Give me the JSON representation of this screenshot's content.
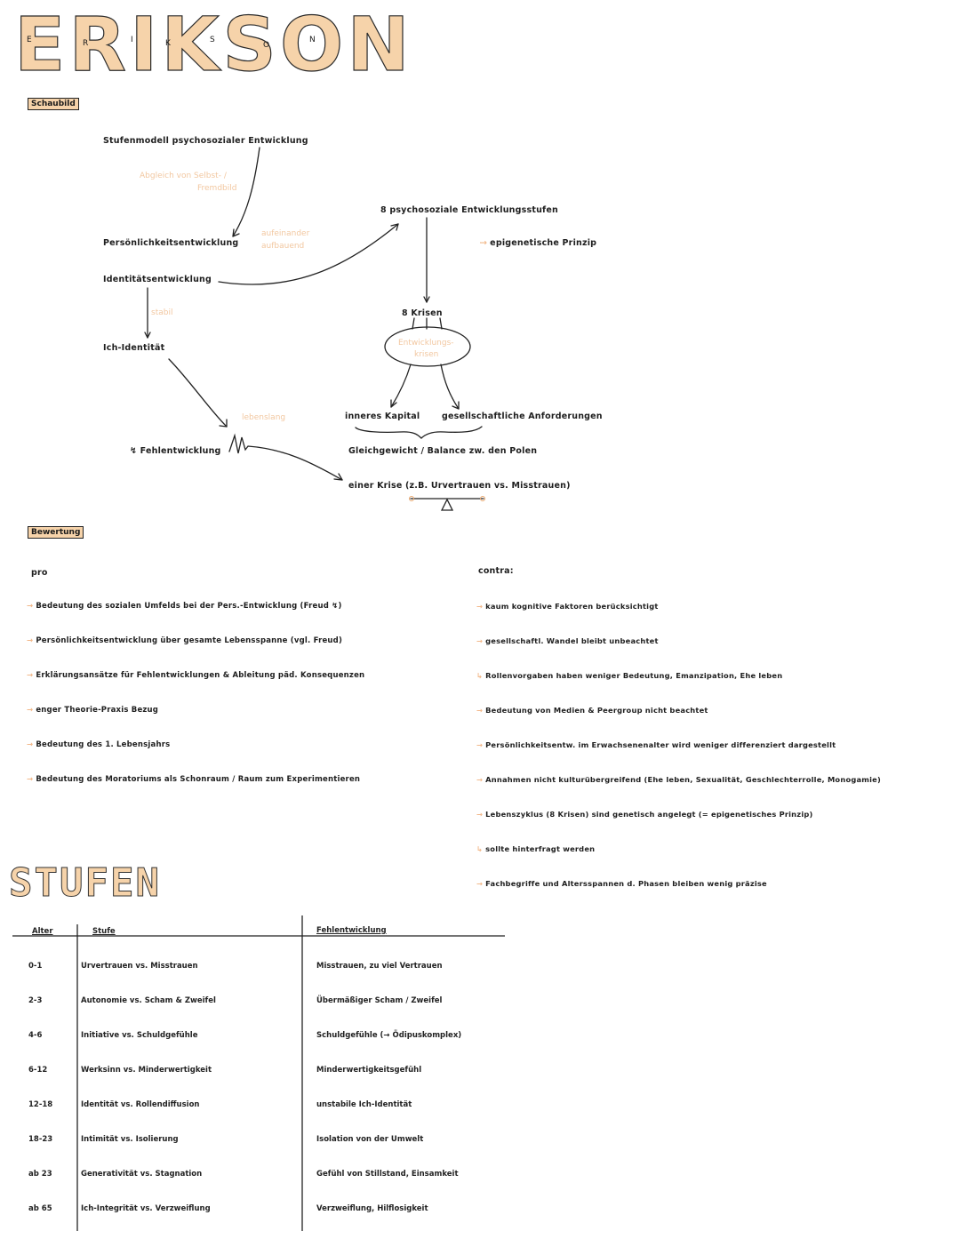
{
  "header": {
    "title": "ERIKSON",
    "title_small_letters": [
      "E",
      "R",
      "I",
      "K",
      "S",
      "O",
      "N"
    ]
  },
  "schaubild": {
    "tag": "Schaubild",
    "nodes": {
      "stufenmodell": "Stufenmodell psychosozialer Entwicklung",
      "abgleich": "Abgleich von Selbst- /",
      "abgleich2": "Fremdbild",
      "persoenlichkeit": "Persönlichkeitsentwicklung",
      "aufeinander": "aufeinander",
      "aufbauend": "aufbauend",
      "identitaet": "Identitätsentwicklung",
      "stabil": "stabil",
      "ich_identitaet": "Ich-Identität",
      "lebenslang": "lebenslang",
      "fehlentwicklung": "↯ Fehlentwicklung",
      "psychosoziale": "8 psychosoziale Entwicklungsstufen",
      "epigenetisch": "epigenetische Prinzip",
      "krisen": "8 Krisen",
      "entwicklungs": "Entwicklungs-",
      "krisen2": "krisen",
      "inneres": "inneres Kapital",
      "gesellschaftliche": "gesellschaftliche Anforderungen",
      "gleichgewicht": "Gleichgewicht / Balance zw. den Polen",
      "einer_krise": "einer Krise (z.B. Urvertrauen vs. Misstrauen)"
    }
  },
  "bewertung": {
    "tag": "Bewertung",
    "pro_label": "pro",
    "contra_label": "contra:",
    "pro": [
      "Bedeutung des sozialen Umfelds bei der Pers.-Entwicklung (Freud ↯)",
      "Persönlichkeitsentwicklung über gesamte Lebensspanne (vgl. Freud)",
      "Erklärungsansätze für Fehlentwicklungen & Ableitung päd. Konsequenzen",
      "enger Theorie-Praxis Bezug",
      "Bedeutung des 1. Lebensjahrs",
      "Bedeutung des Moratoriums als Schonraum / Raum zum Experimentieren"
    ],
    "contra": [
      "kaum kognitive Faktoren berücksichtigt",
      "gesellschaftl. Wandel bleibt unbeachtet",
      "Rollenvorgaben haben weniger Bedeutung, Emanzipation, Ehe leben",
      "Bedeutung von Medien & Peergroup nicht beachtet",
      "Persönlichkeitsentw. im Erwachsenenalter wird weniger differenziert dargestellt",
      "Annahmen nicht kulturübergreifend (Ehe leben, Sexualität, Geschlechterrolle, Monogamie)",
      "Lebenszyklus (8 Krisen) sind genetisch angelegt (= epigenetisches Prinzip)",
      "sollte hinterfragt werden",
      "Fachbegriffe und Altersspannen d. Phasen bleiben wenig präzise"
    ]
  },
  "stufen": {
    "title": "STUFEN",
    "headers": {
      "alter": "Alter",
      "stufe": "Stufe",
      "fehl": "Fehlentwicklung"
    },
    "rows": [
      {
        "alter": "0-1",
        "stufe": "Urvertrauen vs. Misstrauen",
        "fehl": "Misstrauen, zu viel Vertrauen"
      },
      {
        "alter": "2-3",
        "stufe": "Autonomie vs. Scham & Zweifel",
        "fehl": "Übermäßiger Scham / Zweifel"
      },
      {
        "alter": "4-6",
        "stufe": "Initiative vs. Schuldgefühle",
        "fehl": "Schuldgefühle (→ Ödipuskomplex)"
      },
      {
        "alter": "6-12",
        "stufe": "Werksinn vs. Minderwertigkeit",
        "fehl": "Minderwertigkeitsgefühl"
      },
      {
        "alter": "12-18",
        "stufe": "Identität vs. Rollendiffusion",
        "fehl": "unstabile Ich-Identität"
      },
      {
        "alter": "18-23",
        "stufe": "Intimität vs. Isolierung",
        "fehl": "Isolation von der Umwelt"
      },
      {
        "alter": "ab 23",
        "stufe": "Generativität vs. Stagnation",
        "fehl": "Gefühl von Stillstand, Einsamkeit"
      },
      {
        "alter": "ab 65",
        "stufe": "Ich-Integrität vs. Verzweiflung",
        "fehl": "Verzweiflung, Hilflosigkeit"
      }
    ]
  },
  "colors": {
    "accent": "#f6d3aa",
    "accent_text": "#f2c7a0",
    "ink": "#1e1e1e"
  }
}
